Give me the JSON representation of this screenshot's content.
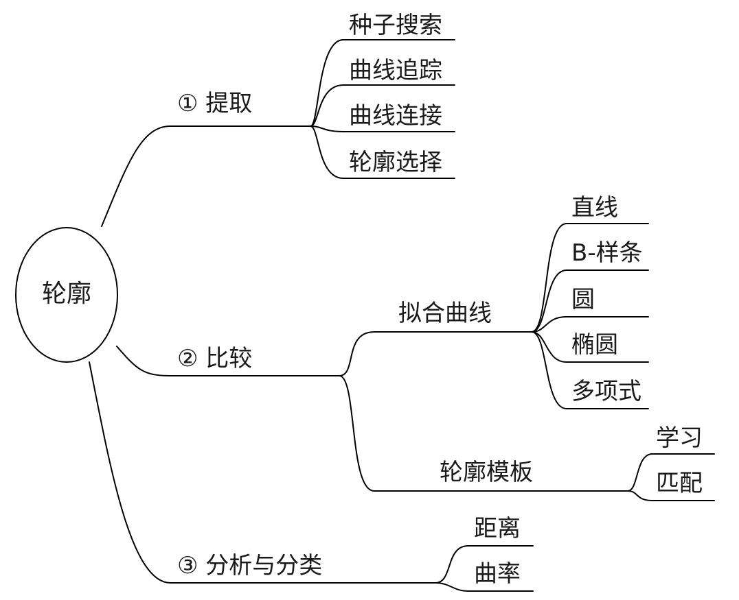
{
  "root": {
    "label": "轮廓"
  },
  "branches": [
    {
      "label": "① 提取",
      "children": [
        "种子搜索",
        "曲线追踪",
        "曲线连接",
        "轮廓选择"
      ]
    },
    {
      "label": "② 比较",
      "children": [
        {
          "label": "拟合曲线",
          "children": [
            "直线",
            "B-样条",
            "圆",
            "椭圆",
            "多项式"
          ]
        },
        {
          "label": "轮廓模板",
          "children": [
            "学习",
            "匹配"
          ]
        }
      ]
    },
    {
      "label": "③ 分析与分类",
      "children": [
        "距离",
        "曲率"
      ]
    }
  ]
}
